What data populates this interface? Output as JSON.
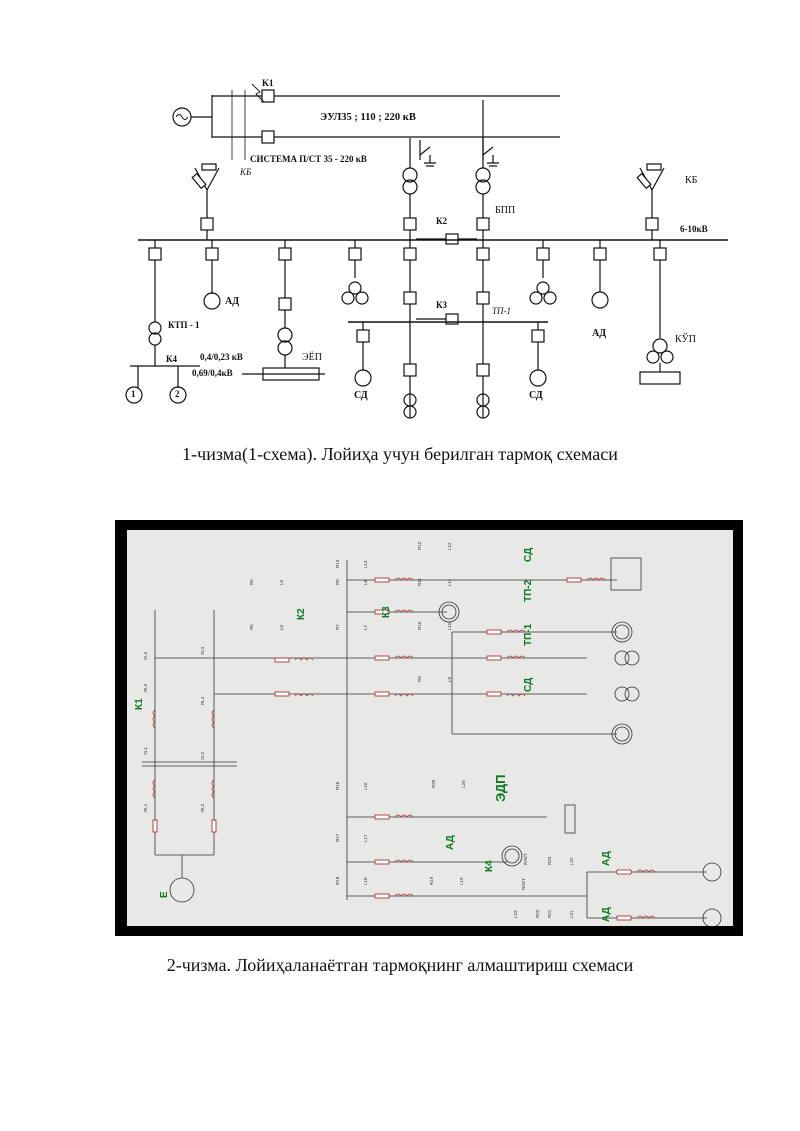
{
  "figure1": {
    "labels": {
      "k1": "K1",
      "eul": "ЭУЛ35 ; 110 ; 220 кВ",
      "sistema": "СИСТЕМА  П/СТ 35 - 220 кВ",
      "kb_left": "КБ",
      "kb_right": "КБ",
      "bpp": "БПП",
      "k2": "К2",
      "bus_voltage": "6-10кВ",
      "ad1": "АД",
      "ktp": "КТП - 1",
      "k3": "К3",
      "tp1": "ТП-1",
      "ad2": "АД",
      "kup": "КЎП",
      "k4": "К4",
      "v1": "0,4/0,23 кВ",
      "v2": "0,69/0,4кВ",
      "node1": "1",
      "node2": "2",
      "eep": "ЭЁП",
      "sd1": "СД",
      "sd2": "СД"
    }
  },
  "caption1": "1-чизма(1-схема). Лойиҳа учун берилган тармоқ схемаси",
  "figure2": {
    "labels": {
      "k1": "К1",
      "k2": "К2",
      "k3": "К3",
      "k4": "К4",
      "e": "E",
      "sd1": "СД",
      "tp2": "ТП-2",
      "tp1": "ТП-1",
      "sd2": "СД",
      "edp": "ЭДП",
      "ad1": "АД",
      "ad2": "АД",
      "ad3": "АД"
    },
    "component_tags": {
      "xl3": "XL3",
      "rl3": "RL3",
      "xl1": "XL1",
      "rl1": "RL1",
      "xl4": "XL4",
      "rl4": "RL4",
      "xl2": "XL2",
      "rl2": "RL2",
      "r5": "R5",
      "l5": "L5",
      "r6": "R6",
      "l6": "L6",
      "r7": "R7",
      "l7": "L7",
      "r8": "R8",
      "l8": "L8",
      "r9": "R9",
      "l9": "L9",
      "r10": "R10",
      "l10": "L10",
      "r11": "R11",
      "l11": "L11",
      "r12": "R12",
      "l12": "L12",
      "r13": "R13",
      "l13": "L13",
      "r16": "R16",
      "l16": "L16",
      "r17": "R17",
      "l17": "L17",
      "r18": "R18",
      "l18": "L18",
      "r19": "R19",
      "l19": "L19",
      "r20": "R20",
      "l20": "L20",
      "r21": "R21",
      "l21": "L21",
      "r22": "R22",
      "l22": "L22",
      "r23": "R23",
      "l23": "L23",
      "rav1": "RAVT",
      "rav2": "RAVT"
    }
  },
  "caption2": "2-чизма. Лойиҳаланаётган тармоқнинг алмаштириш схемаси"
}
